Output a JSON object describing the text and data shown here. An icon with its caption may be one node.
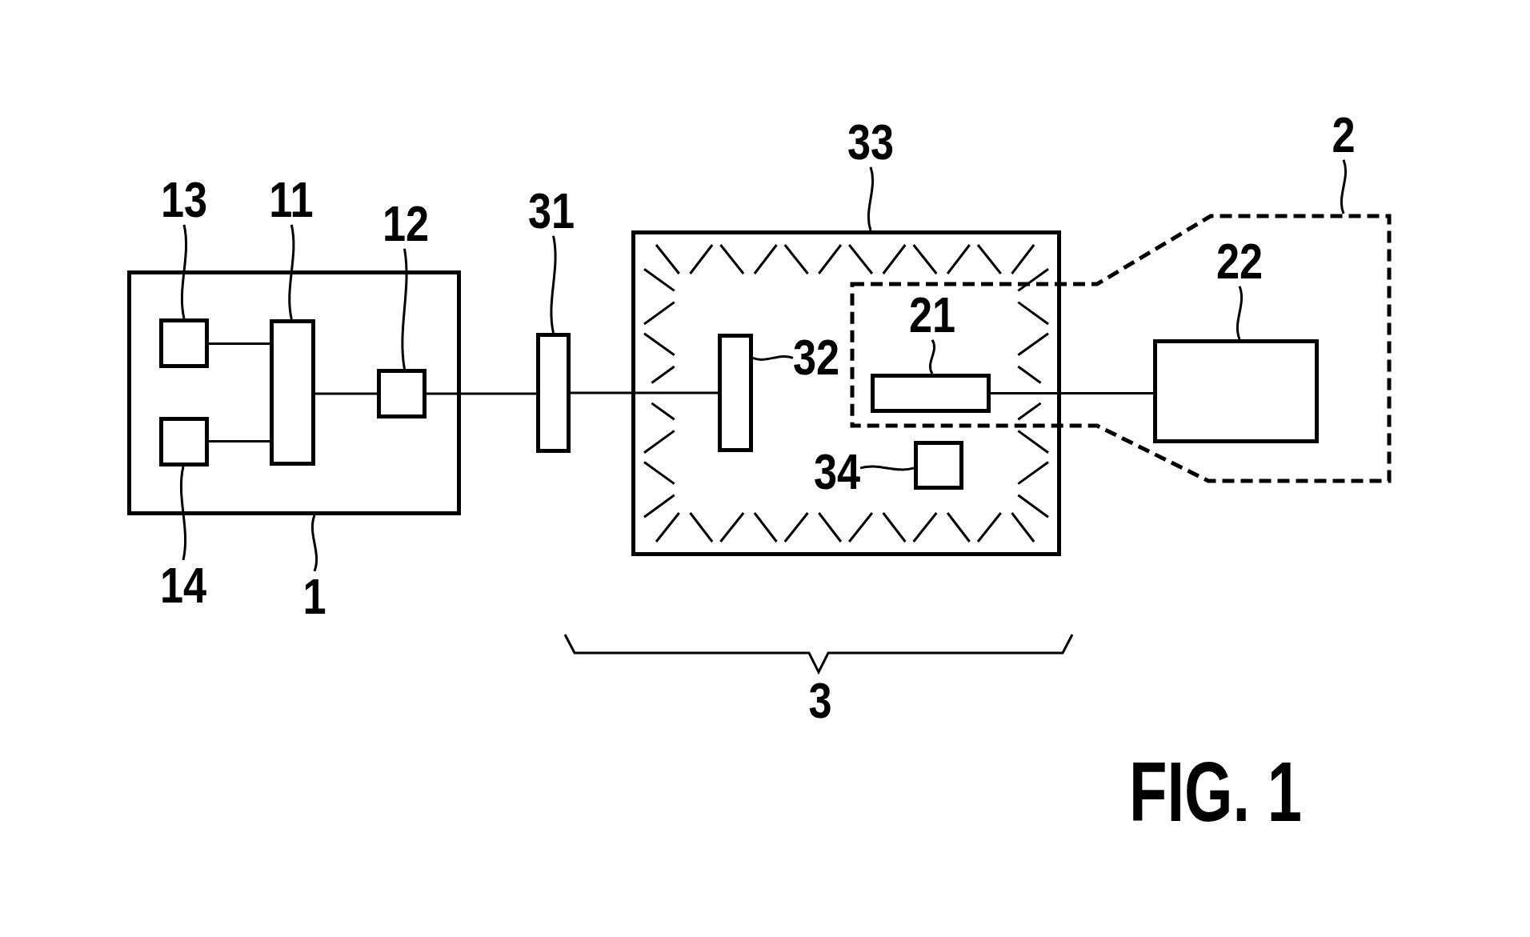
{
  "diagram": {
    "caption": "FIG. 1",
    "nodes": [
      {
        "text": [],
        "shape": "box"
      },
      {
        "text": [],
        "shape": "box",
        "in": 0
      },
      {
        "text": [],
        "shape": "box",
        "in": 0
      },
      {
        "text": [],
        "shape": "box",
        "in": 0
      },
      {
        "text": [],
        "shape": "box",
        "in": 0
      },
      {
        "text": [],
        "shape": "box"
      },
      {
        "text": [],
        "shape": "box"
      },
      {
        "text": [],
        "shape": "box",
        "in": 6
      },
      {
        "text": [],
        "shape": "box",
        "in": 6
      },
      {
        "text": [],
        "shape": "box"
      },
      {
        "text": [],
        "shape": "box"
      },
      {
        "text": [],
        "shape": "box",
        "in": 9
      },
      {
        "text": [
          "13"
        ]
      },
      {
        "text": [
          "11"
        ]
      },
      {
        "text": [
          "12"
        ]
      },
      {
        "text": [
          "31"
        ]
      },
      {
        "text": [
          "33"
        ]
      },
      {
        "text": [
          "2"
        ]
      },
      {
        "text": [
          "22"
        ],
        "in": 9
      },
      {
        "text": [
          "21"
        ]
      },
      {
        "text": [
          "32"
        ],
        "in": 6
      },
      {
        "text": [
          "34"
        ],
        "in": 6
      },
      {
        "text": [
          "14"
        ]
      },
      {
        "text": [
          "1"
        ]
      }
    ],
    "edges": [
      {
        "from": 1,
        "to": 3,
        "arrow": "none"
      },
      {
        "from": 2,
        "to": 3,
        "arrow": "none"
      },
      {
        "from": 3,
        "to": 4,
        "arrow": "none"
      },
      {
        "from": 4,
        "to": 5,
        "arrow": "none"
      },
      {
        "from": 5,
        "to": 7,
        "arrow": "none"
      },
      {
        "from": 10,
        "to": 11,
        "arrow": "none"
      },
      {
        "from": 12,
        "to": 1,
        "arrow": "none"
      },
      {
        "from": 13,
        "to": 3,
        "arrow": "none"
      },
      {
        "from": 14,
        "to": 4,
        "arrow": "none"
      },
      {
        "from": 15,
        "to": 5,
        "arrow": "none"
      },
      {
        "from": 16,
        "to": 6,
        "arrow": "none"
      },
      {
        "from": 17,
        "to": 9,
        "arrow": "none"
      },
      {
        "from": 18,
        "to": 11,
        "arrow": "none"
      },
      {
        "from": 19,
        "to": 10,
        "arrow": "none"
      },
      {
        "from": 20,
        "to": 7,
        "arrow": "none"
      },
      {
        "from": 21,
        "to": 8,
        "arrow": "none"
      },
      {
        "from": 22,
        "to": 2,
        "arrow": "none"
      },
      {
        "from": 23,
        "to": 0,
        "arrow": "none"
      }
    ],
    "labels": [
      "3"
    ]
  }
}
